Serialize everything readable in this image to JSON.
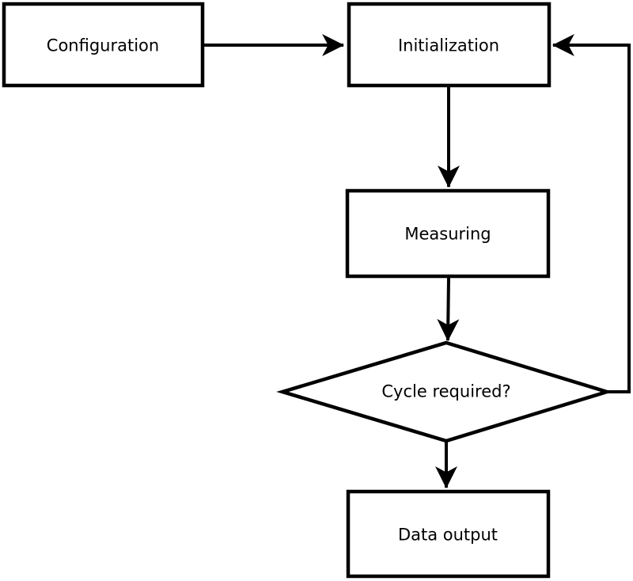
{
  "diagram": {
    "type": "flowchart",
    "colors": {
      "stroke": "#000000",
      "node_fill": "#ffffff",
      "background": "#ffffff",
      "text": "#000000"
    },
    "nodes": [
      {
        "id": "configuration",
        "label": "Configuration",
        "shape": "rectangle"
      },
      {
        "id": "initialization",
        "label": "Initialization",
        "shape": "rectangle"
      },
      {
        "id": "measuring",
        "label": "Measuring",
        "shape": "rectangle"
      },
      {
        "id": "cycle-required",
        "label": "Cycle required?",
        "shape": "diamond"
      },
      {
        "id": "data-output",
        "label": "Data output",
        "shape": "rectangle"
      }
    ],
    "edges": [
      {
        "from": "configuration",
        "to": "initialization",
        "direction": "right"
      },
      {
        "from": "initialization",
        "to": "measuring",
        "direction": "down"
      },
      {
        "from": "measuring",
        "to": "cycle-required",
        "direction": "down"
      },
      {
        "from": "cycle-required",
        "to": "data-output",
        "direction": "down"
      },
      {
        "from": "cycle-required",
        "to": "initialization",
        "direction": "feedback-loop-right-up"
      }
    ]
  }
}
